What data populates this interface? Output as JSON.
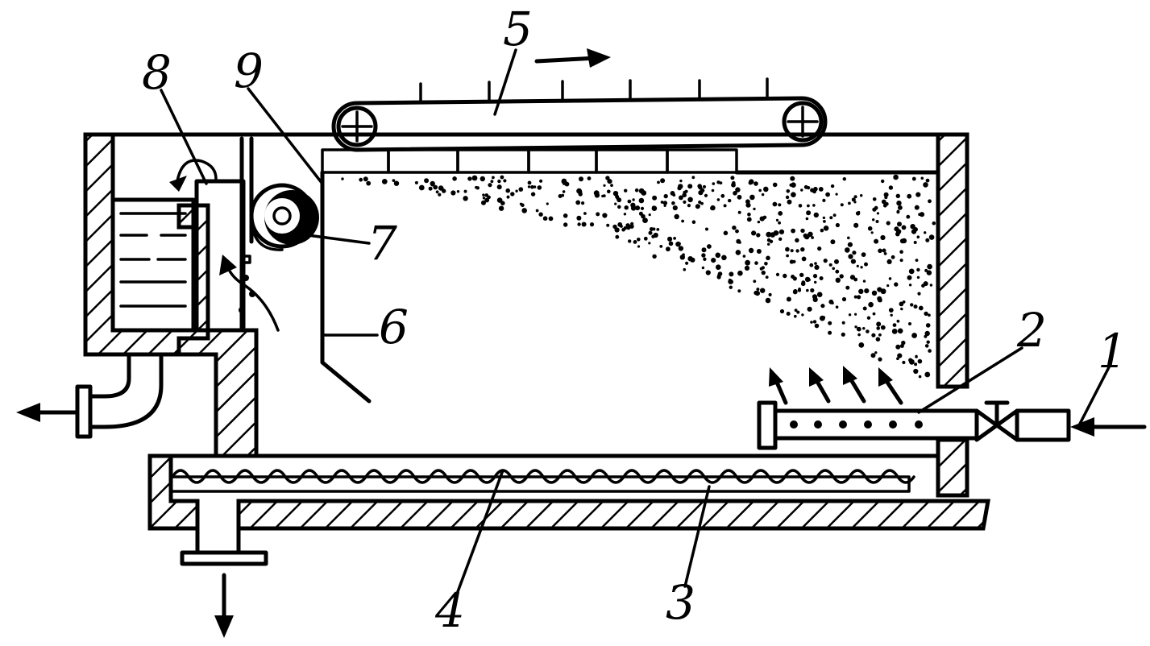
{
  "diagram": {
    "labels": [
      "1",
      "2",
      "3",
      "4",
      "5",
      "6",
      "7",
      "8",
      "9"
    ],
    "colors": {
      "ink": "#000000",
      "background": "#ffffff"
    },
    "icons": [
      "conveyor-pulley-icon",
      "roller-icon",
      "nozzle-valve-icon",
      "flow-arrow-icon"
    ]
  }
}
